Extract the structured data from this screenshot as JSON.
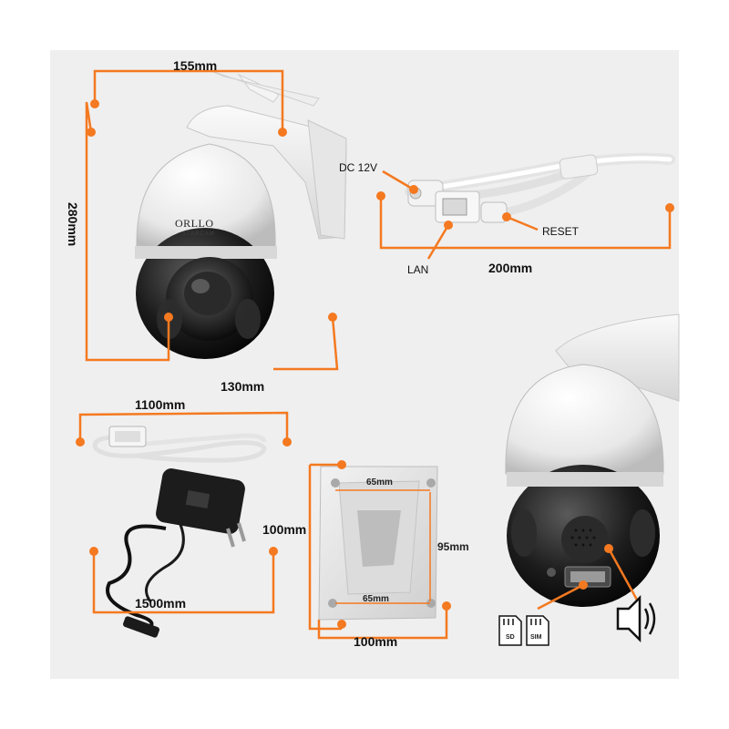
{
  "dimensions": {
    "camera_width": "155mm",
    "camera_height": "280mm",
    "camera_depth": "130mm",
    "cable_length": "200mm",
    "lan_cable_length": "1100mm",
    "power_cable_length": "1500mm",
    "mount_height": "100mm",
    "mount_width": "100mm",
    "hole_spacing_top": "65mm",
    "hole_spacing_bottom": "65mm",
    "hole_spacing_vertical": "95mm"
  },
  "connectors": {
    "power": "DC 12V",
    "network": "LAN",
    "reset": "RESET"
  },
  "brand": {
    "name": "ORLLO",
    "sub": "STARCAM"
  },
  "cards": {
    "sd": "SD",
    "sim": "SIM"
  },
  "colors": {
    "accent": "#f47920",
    "background": "#efefef",
    "camera_white": "#f4f4f4",
    "lens_black": "#1a1a1a"
  },
  "icons": [
    "speaker-icon",
    "sd-card-icon",
    "sim-card-icon"
  ]
}
